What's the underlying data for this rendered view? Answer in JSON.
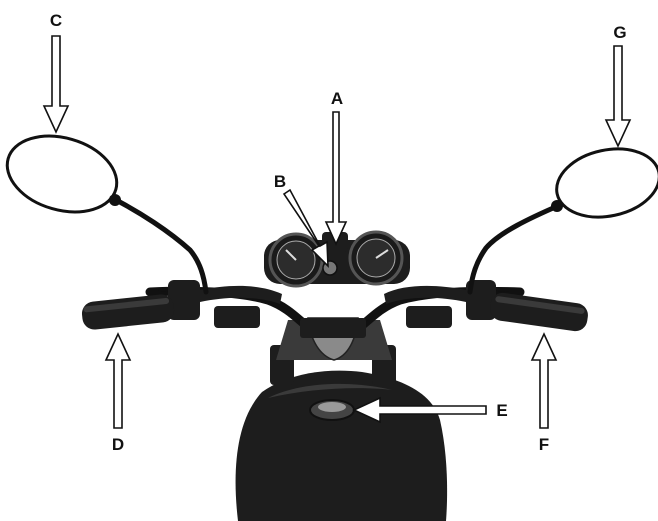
{
  "labels": {
    "a": "A",
    "b": "B",
    "c": "C",
    "d": "D",
    "e": "E",
    "f": "F",
    "g": "G"
  },
  "colors": {
    "ink": "#111111",
    "body": "#1d1d1d",
    "chrome": "#8a8a8a",
    "background": "#ffffff"
  }
}
